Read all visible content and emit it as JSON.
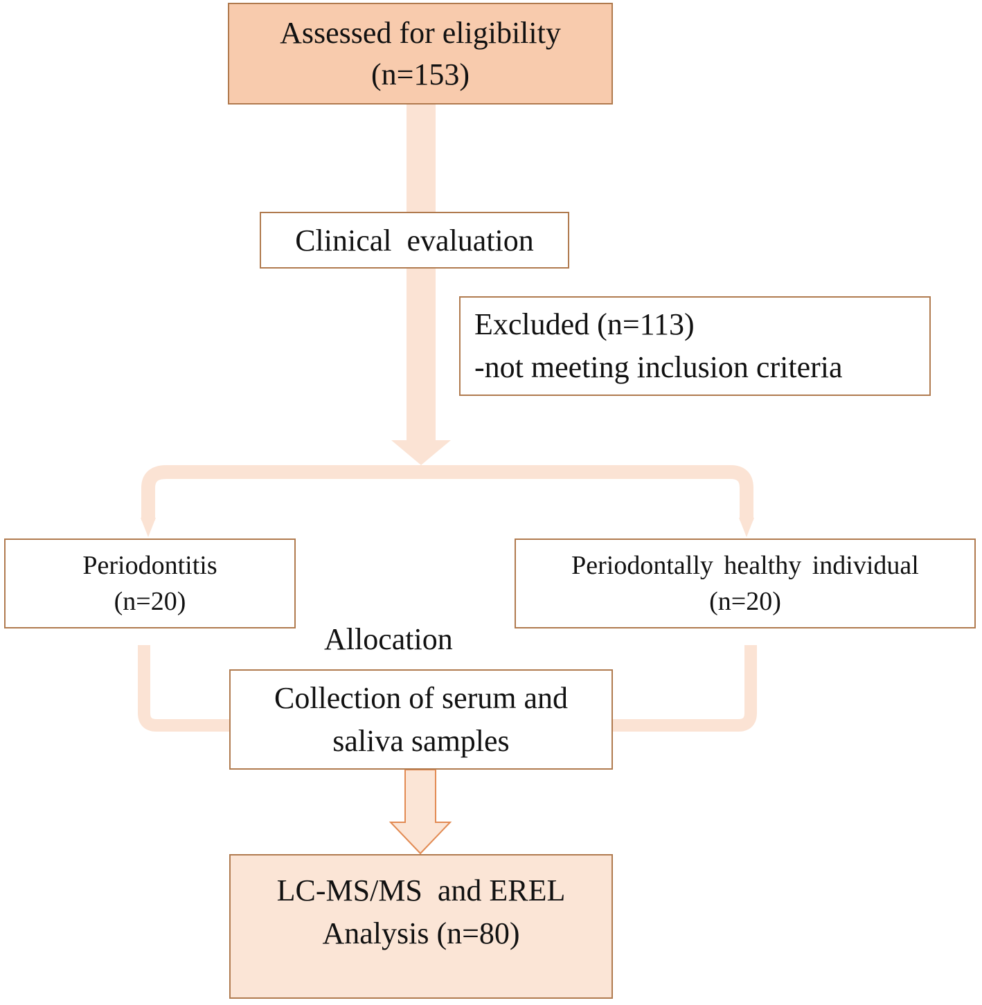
{
  "colors": {
    "box_border": "#b07a4e",
    "box_fill_strong": "#f8cbad",
    "box_fill_light": "#fbe5d6",
    "connector": "#fbe3d4",
    "final_arrow_fill": "#fbe5d6",
    "final_arrow_border": "#e28a52"
  },
  "boxes": {
    "assessed": {
      "line1": "Assessed for eligibility",
      "line2": "(n=153)"
    },
    "clinical": {
      "label": "Clinical  evaluation"
    },
    "excluded": {
      "line1": "Excluded (n=113)",
      "line2": "-not meeting inclusion criteria"
    },
    "periodontitis": {
      "line1": "Periodontitis",
      "line2": "(n=20)"
    },
    "healthy": {
      "line1": "Periodontally healthy individual",
      "line2": "(n=20)"
    },
    "allocation": {
      "label": "Allocation"
    },
    "collection": {
      "line1": "Collection of serum and",
      "line2": "saliva samples"
    },
    "analysis": {
      "line1": "LC-MS/MS  and EREL",
      "line2": "Analysis (n=80)"
    }
  }
}
